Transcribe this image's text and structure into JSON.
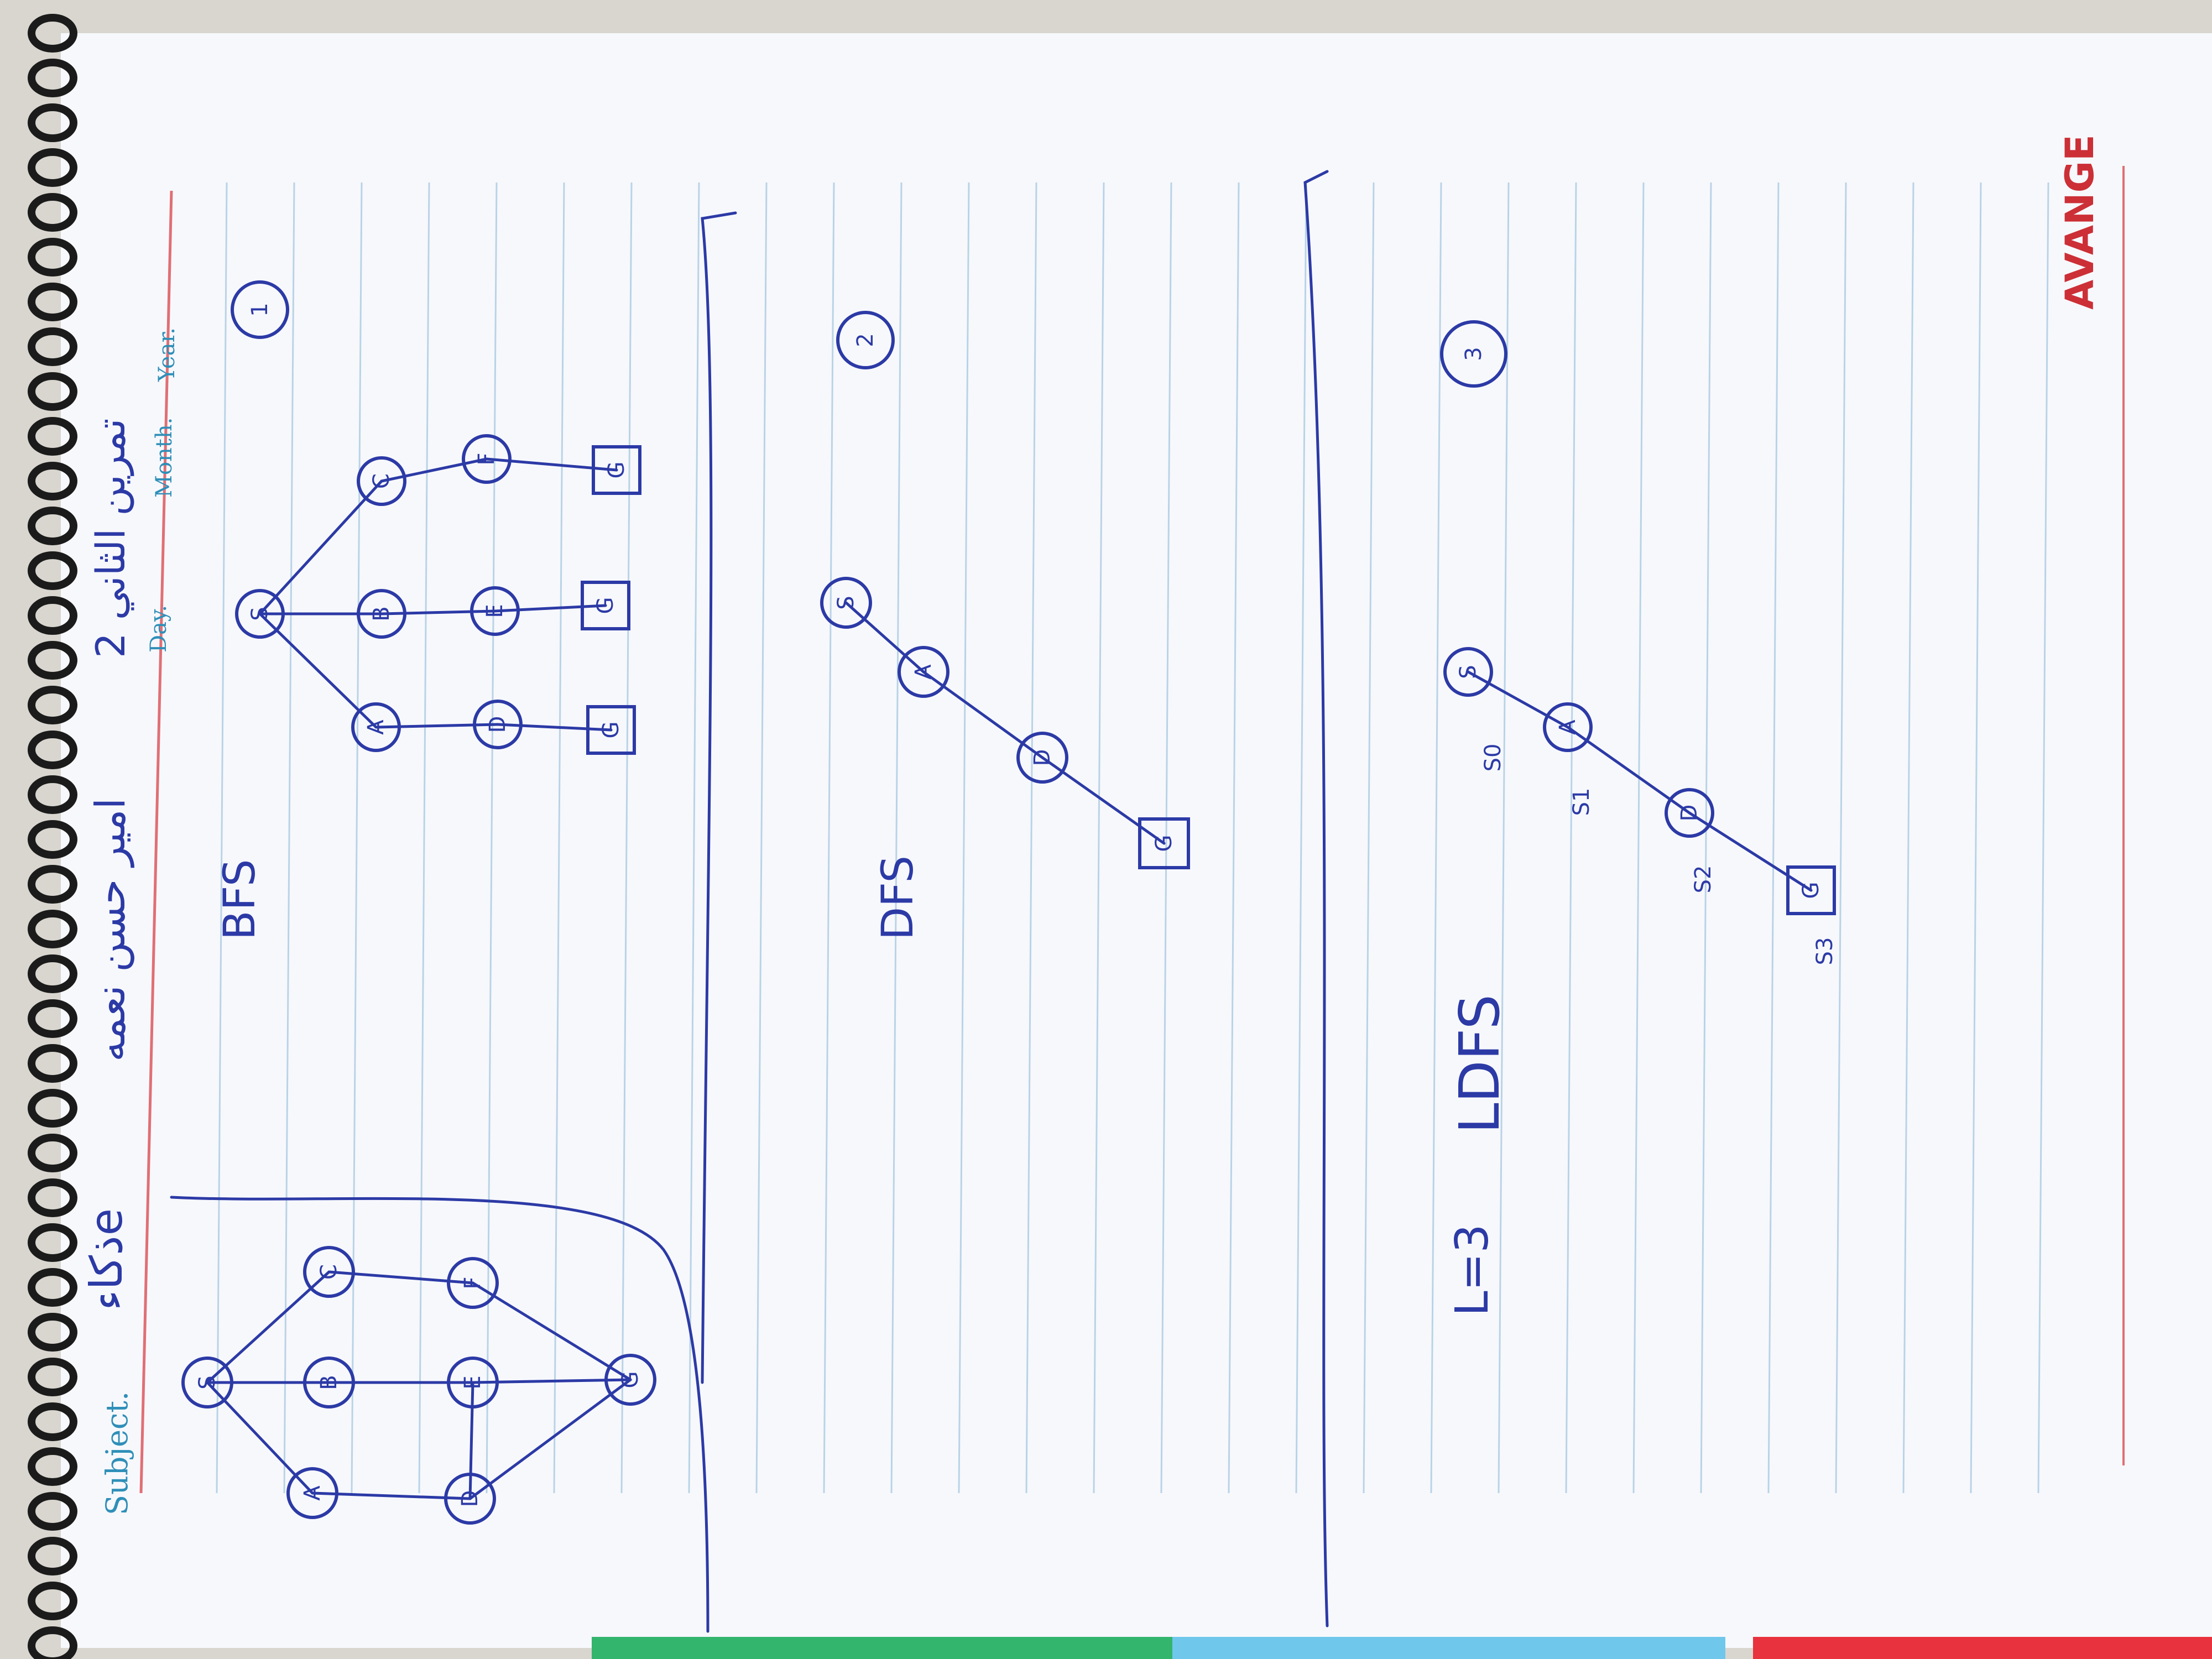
{
  "header": {
    "subject_label": "Subject.",
    "subject_value": "ذكاءe",
    "name_value": "امير حسن نعمه",
    "class_value": "تمرين الثاني 2",
    "day_label": "Day.",
    "month_label": "Month.",
    "year_label": "Year."
  },
  "brand": "AVANGE",
  "original_graph": {
    "nodes": [
      {
        "id": "S",
        "label": "S"
      },
      {
        "id": "A",
        "label": "A"
      },
      {
        "id": "B",
        "label": "B"
      },
      {
        "id": "C",
        "label": "C"
      },
      {
        "id": "D",
        "label": "D"
      },
      {
        "id": "E",
        "label": "E"
      },
      {
        "id": "F",
        "label": "F"
      },
      {
        "id": "G",
        "label": "G"
      }
    ],
    "edges": [
      [
        "S",
        "A"
      ],
      [
        "S",
        "B"
      ],
      [
        "S",
        "C"
      ],
      [
        "A",
        "D"
      ],
      [
        "B",
        "E"
      ],
      [
        "C",
        "F"
      ],
      [
        "D",
        "E"
      ],
      [
        "E",
        "G"
      ],
      [
        "F",
        "G"
      ],
      [
        "D",
        "G"
      ]
    ]
  },
  "sections": [
    {
      "number": "1",
      "title": "BFS",
      "nodes": [
        {
          "id": "S",
          "label": "S",
          "shape": "circle"
        },
        {
          "id": "A",
          "label": "A",
          "shape": "circle"
        },
        {
          "id": "B",
          "label": "B",
          "shape": "circle"
        },
        {
          "id": "C",
          "label": "C",
          "shape": "circle"
        },
        {
          "id": "D",
          "label": "D",
          "shape": "circle"
        },
        {
          "id": "E",
          "label": "E",
          "shape": "circle"
        },
        {
          "id": "F",
          "label": "F",
          "shape": "circle"
        },
        {
          "id": "G1",
          "label": "G",
          "shape": "box"
        },
        {
          "id": "G2",
          "label": "G",
          "shape": "box"
        },
        {
          "id": "G3",
          "label": "G",
          "shape": "box"
        }
      ],
      "edges": [
        [
          "S",
          "A"
        ],
        [
          "S",
          "B"
        ],
        [
          "S",
          "C"
        ],
        [
          "A",
          "D"
        ],
        [
          "B",
          "E"
        ],
        [
          "C",
          "F"
        ],
        [
          "D",
          "G1"
        ],
        [
          "E",
          "G2"
        ],
        [
          "F",
          "G3"
        ]
      ]
    },
    {
      "number": "2",
      "title": "DFS",
      "nodes": [
        {
          "id": "S",
          "label": "S",
          "shape": "circle"
        },
        {
          "id": "A",
          "label": "A",
          "shape": "circle"
        },
        {
          "id": "D",
          "label": "D",
          "shape": "circle"
        },
        {
          "id": "G",
          "label": "G",
          "shape": "box"
        }
      ],
      "edges": [
        [
          "S",
          "A"
        ],
        [
          "A",
          "D"
        ],
        [
          "D",
          "G"
        ]
      ]
    },
    {
      "number": "3",
      "title": "LDFS",
      "limit": "L=3",
      "nodes": [
        {
          "id": "S",
          "label": "S",
          "shape": "circle",
          "step": "S0"
        },
        {
          "id": "A",
          "label": "A",
          "shape": "circle",
          "step": "S1"
        },
        {
          "id": "D",
          "label": "D",
          "shape": "circle",
          "step": "S2"
        },
        {
          "id": "G",
          "label": "G",
          "shape": "box",
          "step": "S3"
        }
      ],
      "edges": [
        [
          "S",
          "A"
        ],
        [
          "A",
          "D"
        ],
        [
          "D",
          "G"
        ]
      ]
    }
  ]
}
